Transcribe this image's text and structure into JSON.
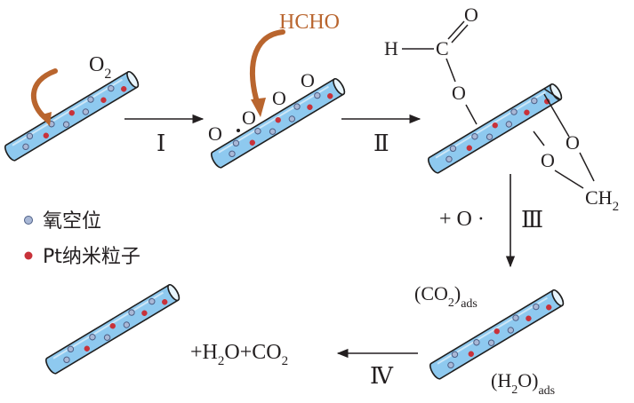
{
  "colors": {
    "tube_fill": "#8ec9ef",
    "tube_stroke": "#1f1f1f",
    "vacancy_dot": "#a9b8d6",
    "vacancy_stroke": "#4d5f86",
    "pt_dot": "#c8323a",
    "curved_arrow": "#b9652e",
    "hcho_text": "#b9652e",
    "text": "#231f20"
  },
  "labels": {
    "o2_base": "O",
    "o2_sub": "2",
    "hcho": "HCHO",
    "o_atom": "O",
    "formate_h": "H",
    "formate_c": "C",
    "methylene_ch": "CH",
    "methylene_sub": "2",
    "step1": "Ⅰ",
    "step2": "Ⅱ",
    "step3": "Ⅲ",
    "step4": "Ⅳ",
    "plus_o": "+ O ·",
    "co2_ads_open": "(CO",
    "co2_ads_sub": "2",
    "co2_ads_close": ")",
    "ads": "ads",
    "h2o_ads_open": "(H",
    "h2o_ads_sub": "2",
    "h2o_ads_close": "O)",
    "products_a": "+H",
    "products_sub1": "2",
    "products_b": "O+CO",
    "products_sub2": "2"
  },
  "legend": {
    "vacancy_label": "氧空位",
    "pt_label": "Pt纳米粒子"
  }
}
